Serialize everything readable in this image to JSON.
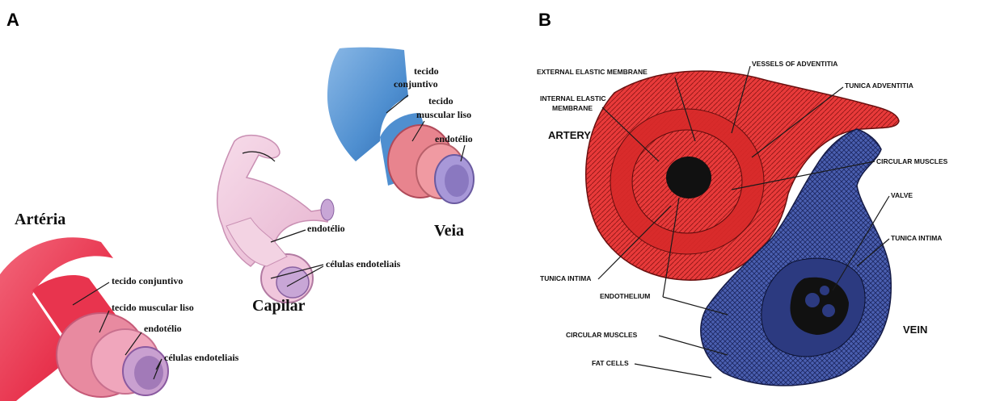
{
  "panel_a": {
    "letter": "A",
    "artery": {
      "title": "Artéria",
      "labels": [
        "tecido conjuntivo",
        "tecido muscular liso",
        "endotélio",
        "células endoteliais"
      ],
      "colors": {
        "outer": "#e8344e",
        "mid": "#e89ab0",
        "inner": "#c9a0d0"
      }
    },
    "capillary": {
      "title": "Capilar",
      "labels": [
        "endotélio",
        "células endoteliais"
      ],
      "colors": {
        "outer": "#f0c6dc",
        "inner": "#c8a6d6"
      }
    },
    "vein": {
      "title": "Veia",
      "labels": [
        "tecido",
        "conjuntivo",
        "tecido",
        "muscular liso",
        "endotélio"
      ],
      "colors": {
        "outer": "#4f8fd0",
        "mid": "#e8848e",
        "inner": "#a898d8"
      }
    }
  },
  "panel_b": {
    "letter": "B",
    "artery_title": "ARTERY",
    "vein_title": "VEIN",
    "labels": {
      "external_elastic_membrane": "EXTERNAL ELASTIC MEMBRANE",
      "vessels_of_adventitia": "VESSELS OF ADVENTITIA",
      "tunica_adventitia": "TUNICA ADVENTITIA",
      "internal_elastic_membrane_1": "INTERNAL ELASTIC",
      "internal_elastic_membrane_2": "MEMBRANE",
      "circular_muscles_artery": "CIRCULAR MUSCLES",
      "valve": "VALVE",
      "tunica_intima_vein": "TUNICA INTIMA",
      "tunica_intima_artery": "TUNICA INTIMA",
      "endothelium": "ENDOTHELIUM",
      "circular_muscles_vein": "CIRCULAR MUSCLES",
      "fat_cells": "FAT CELLS"
    },
    "colors": {
      "artery": "#e83a3a",
      "vein": "#4a5fb0",
      "lumen": "#111111"
    }
  }
}
